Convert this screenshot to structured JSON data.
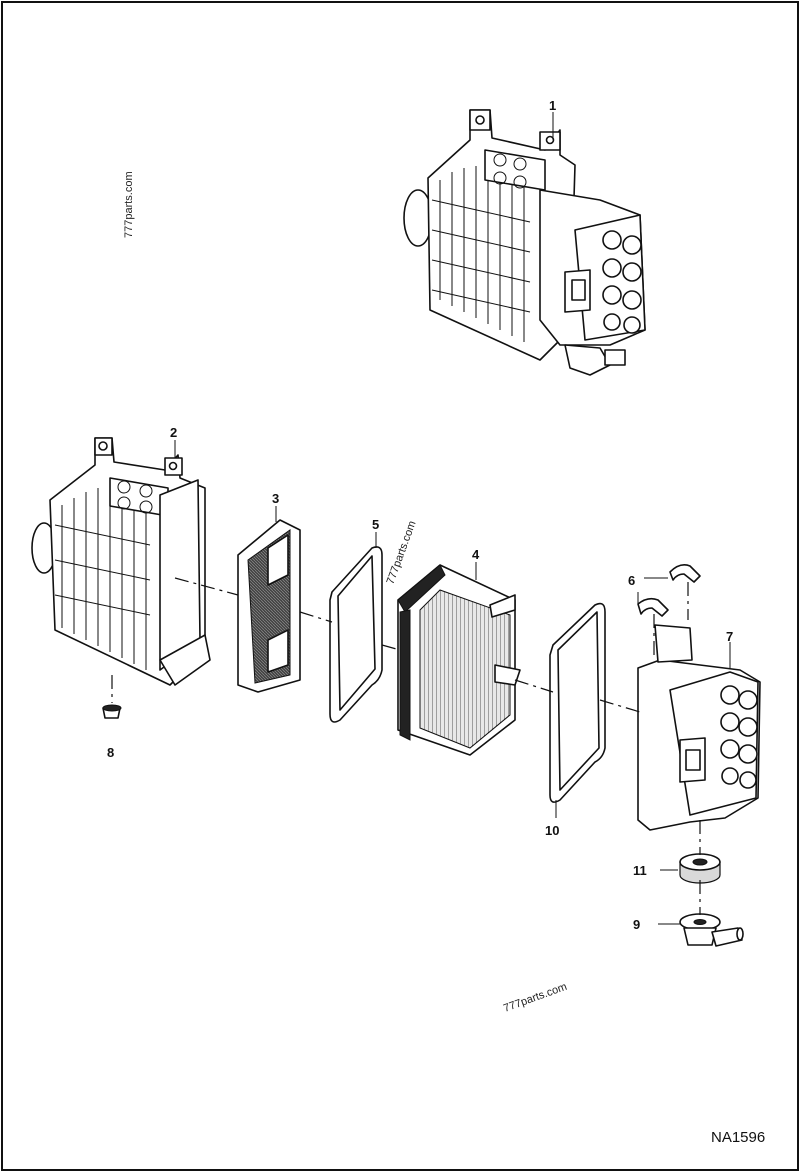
{
  "callouts": [
    "1",
    "2",
    "3",
    "4",
    "5",
    "6",
    "7",
    "8",
    "9",
    "10",
    "11"
  ],
  "watermark": "777parts.com",
  "diagram_code": "NA1596"
}
